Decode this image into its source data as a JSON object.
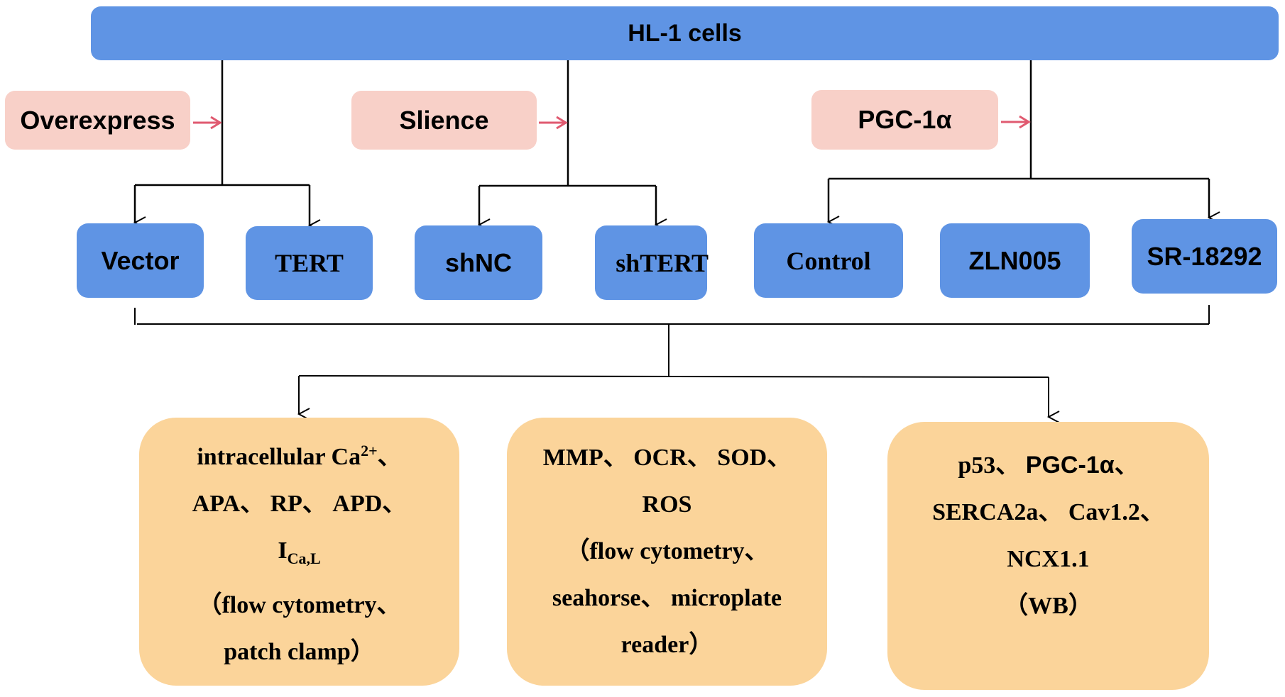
{
  "root": {
    "label": "HL-1 cells"
  },
  "conditions": [
    {
      "label": "Overexpress",
      "groups": [
        "Vector",
        "TERT"
      ]
    },
    {
      "label": "Slience",
      "groups": [
        "shNC",
        "shTERT"
      ]
    },
    {
      "label": "PGC-1α",
      "groups": [
        "Control",
        "ZLN005",
        "SR-18292"
      ]
    }
  ],
  "outcomes": [
    {
      "lines": [
        {
          "text": "intracellular Ca",
          "sup": "2+",
          "suffix": "、"
        },
        {
          "text": "APA、 RP、 APD、"
        },
        {
          "text": "I",
          "sub": "Ca,L"
        },
        {
          "text": "（flow cytometry、"
        },
        {
          "text": "patch clamp）"
        }
      ]
    },
    {
      "lines": [
        {
          "text": "MMP、 OCR、 SOD、"
        },
        {
          "text": "ROS"
        },
        {
          "text": "（flow cytometry、"
        },
        {
          "text": "seahorse、 microplate"
        },
        {
          "text": "reader）"
        }
      ]
    },
    {
      "lines": [
        {
          "text": "p53、 ",
          "sans": "PGC-1α",
          "suffix": "、"
        },
        {
          "text": "SERCA2a、 Cav1.2、"
        },
        {
          "text": "NCX1.1"
        },
        {
          "text": "（WB）"
        }
      ]
    }
  ],
  "colors": {
    "primary_blue": "#5f94e4",
    "condition_pink": "#f8d0c8",
    "arrow_red": "#e05a70",
    "outcome_orange": "#fbd49a"
  }
}
